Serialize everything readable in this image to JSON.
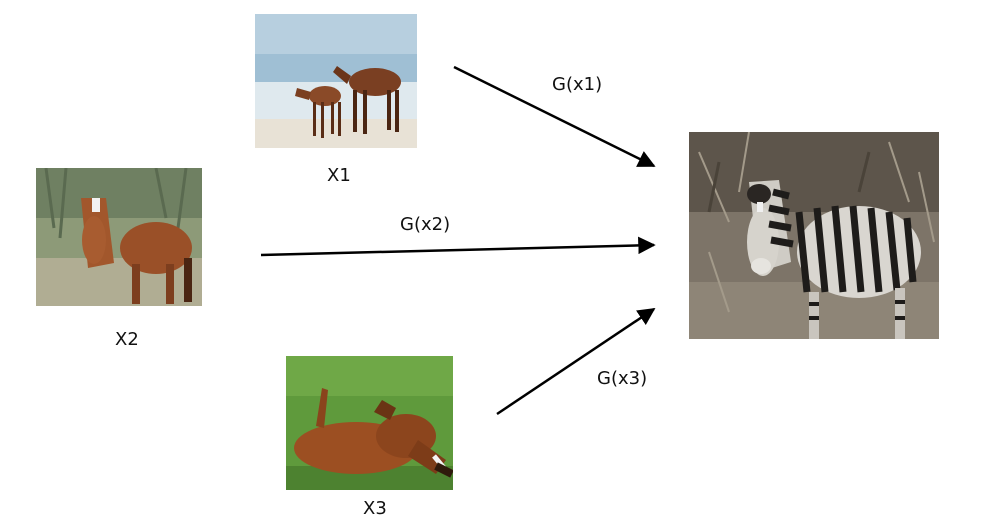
{
  "inputs": [
    {
      "label": "X1",
      "scene": "two horses on beach"
    },
    {
      "label": "X2",
      "scene": "horse standing in grass"
    },
    {
      "label": "X3",
      "scene": "horse rolling on grass"
    }
  ],
  "output": {
    "scene": "zebra in dry brush"
  },
  "mappings": [
    {
      "label": "G(x1)"
    },
    {
      "label": "G(x2)"
    },
    {
      "label": "G(x3)"
    }
  ],
  "colors": {
    "arrow": "#000000",
    "text": "#111111"
  }
}
